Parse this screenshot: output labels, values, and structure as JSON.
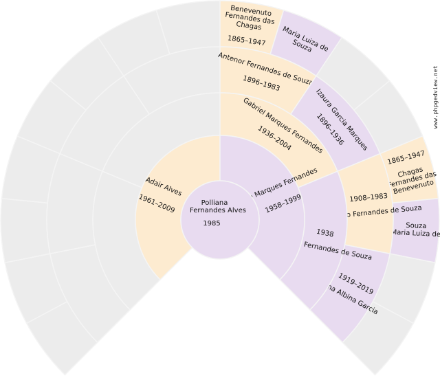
{
  "colors": {
    "male": "#fdebd0",
    "female": "#e8dbf0",
    "unknown": "#ececec",
    "separator": "#f4f4f4"
  },
  "watermark": "www.phpgedview.net",
  "root": {
    "name_lines": [
      "Polliana",
      "Fernandes Alves"
    ],
    "dates": "1985",
    "sex": "F"
  },
  "generations": [
    [
      {
        "name_lines": [
          "Adair Alves"
        ],
        "dates": "1961–2009",
        "sex": "M"
      },
      {
        "name_lines": [
          "Ivone Marques Fernandes"
        ],
        "dates": "1958–1999",
        "sex": "F"
      }
    ],
    [
      {
        "name_lines": [],
        "dates": "",
        "sex": "U"
      },
      {
        "name_lines": [],
        "dates": "",
        "sex": "U"
      },
      {
        "name_lines": [
          "Gabriel Marques Fernandes"
        ],
        "dates": "1936–2004",
        "sex": "M"
      },
      {
        "name_lines": [
          "Demézia Fernandes de Souza"
        ],
        "dates": "1938",
        "sex": "F"
      }
    ],
    [
      {
        "name_lines": [],
        "dates": "",
        "sex": "U"
      },
      {
        "name_lines": [],
        "dates": "",
        "sex": "U"
      },
      {
        "name_lines": [],
        "dates": "",
        "sex": "U"
      },
      {
        "name_lines": [],
        "dates": "",
        "sex": "U"
      },
      {
        "name_lines": [
          "Antenor Fernandes de Souza"
        ],
        "dates": "1896–1983",
        "sex": "M"
      },
      {
        "name_lines": [
          "Izaura Garcia Marques"
        ],
        "dates": "1896–1936",
        "sex": "F"
      },
      {
        "name_lines": [
          "Jeronymo Fernandes de Souza"
        ],
        "dates": "1908–1983",
        "sex": "M"
      },
      {
        "name_lines": [
          "Anna Albina Garcia"
        ],
        "dates": "1919–2019",
        "sex": "F"
      }
    ],
    [
      {
        "name_lines": [],
        "dates": "",
        "sex": "U"
      },
      {
        "name_lines": [],
        "dates": "",
        "sex": "U"
      },
      {
        "name_lines": [],
        "dates": "",
        "sex": "U"
      },
      {
        "name_lines": [],
        "dates": "",
        "sex": "U"
      },
      {
        "name_lines": [],
        "dates": "",
        "sex": "U"
      },
      {
        "name_lines": [],
        "dates": "",
        "sex": "U"
      },
      {
        "name_lines": [],
        "dates": "",
        "sex": "U"
      },
      {
        "name_lines": [],
        "dates": "",
        "sex": "U"
      },
      {
        "name_lines": [
          "Benevenuto",
          "Fernandes das",
          "Chagas"
        ],
        "dates": "1865–1947",
        "sex": "M"
      },
      {
        "name_lines": [
          "Maria Luiza de",
          "Souza"
        ],
        "dates": "",
        "sex": "F"
      },
      {
        "name_lines": [],
        "dates": "",
        "sex": "U"
      },
      {
        "name_lines": [],
        "dates": "",
        "sex": "U"
      },
      {
        "name_lines": [
          "Benevenuto",
          "Fernandes das",
          "Chagas"
        ],
        "dates": "1865–1947",
        "sex": "M"
      },
      {
        "name_lines": [
          "Maria Luiza de",
          "Souza"
        ],
        "dates": "",
        "sex": "F"
      },
      {
        "name_lines": [],
        "dates": "",
        "sex": "U"
      },
      {
        "name_lines": [],
        "dates": "",
        "sex": "U"
      }
    ]
  ]
}
